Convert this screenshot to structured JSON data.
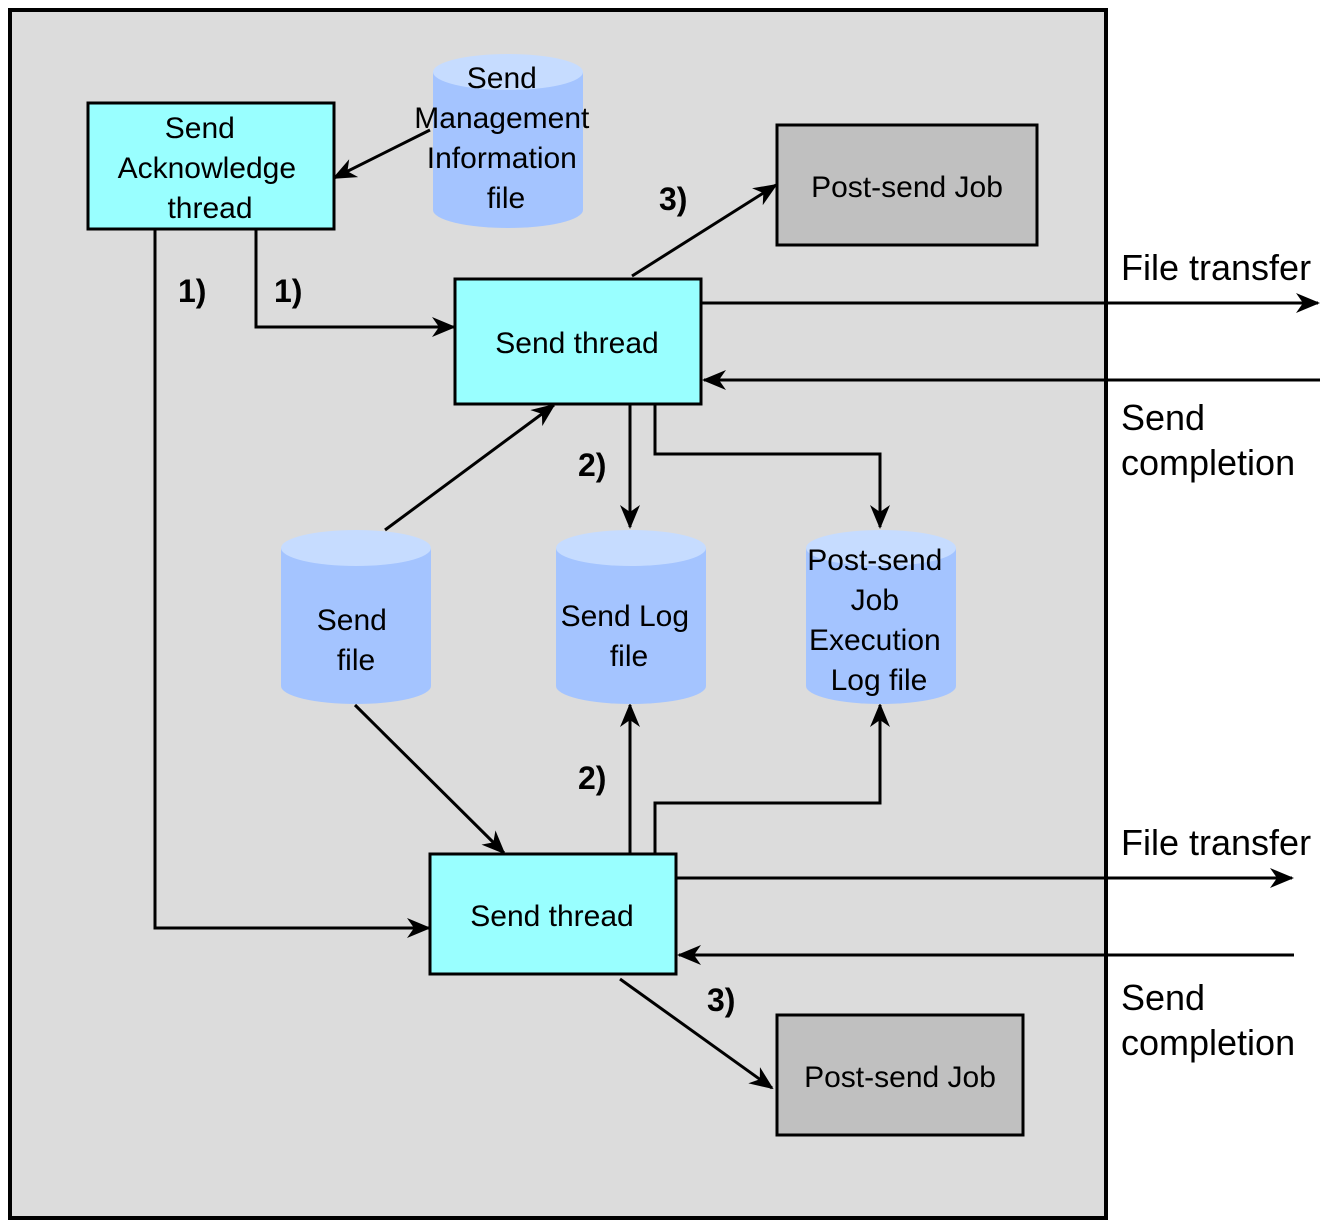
{
  "colors": {
    "canvas_bg": "#dcdcdc",
    "thread_fill": "#99ffff",
    "job_fill": "#c0c0c0",
    "file_body": "#a4c4ff",
    "file_top": "#c6dcff",
    "line": "#000000"
  },
  "nodes": {
    "send_ack_thread": [
      "Send",
      "Acknowledge",
      "thread"
    ],
    "send_mgmt_info_file": [
      "Send",
      "Management",
      "Information",
      "file"
    ],
    "send_thread_top": "Send thread",
    "send_thread_bottom": "Send thread",
    "post_send_job_top": "Post-send Job",
    "post_send_job_bottom": "Post-send Job",
    "send_file": [
      "Send",
      "file"
    ],
    "send_log_file": [
      "Send Log",
      "file"
    ],
    "post_send_job_exec_log_file": [
      "Post-send",
      "Job",
      "Execution",
      "Log file"
    ]
  },
  "steps": {
    "one_a": "1)",
    "one_b": "1)",
    "two_top": "2)",
    "two_bottom": "2)",
    "three_top": "3)",
    "three_bottom": "3)"
  },
  "external": {
    "file_transfer_top": "File transfer",
    "send_completion_top": [
      "Send",
      "completion"
    ],
    "file_transfer_bottom": "File transfer",
    "send_completion_bottom": [
      "Send",
      "completion"
    ]
  }
}
